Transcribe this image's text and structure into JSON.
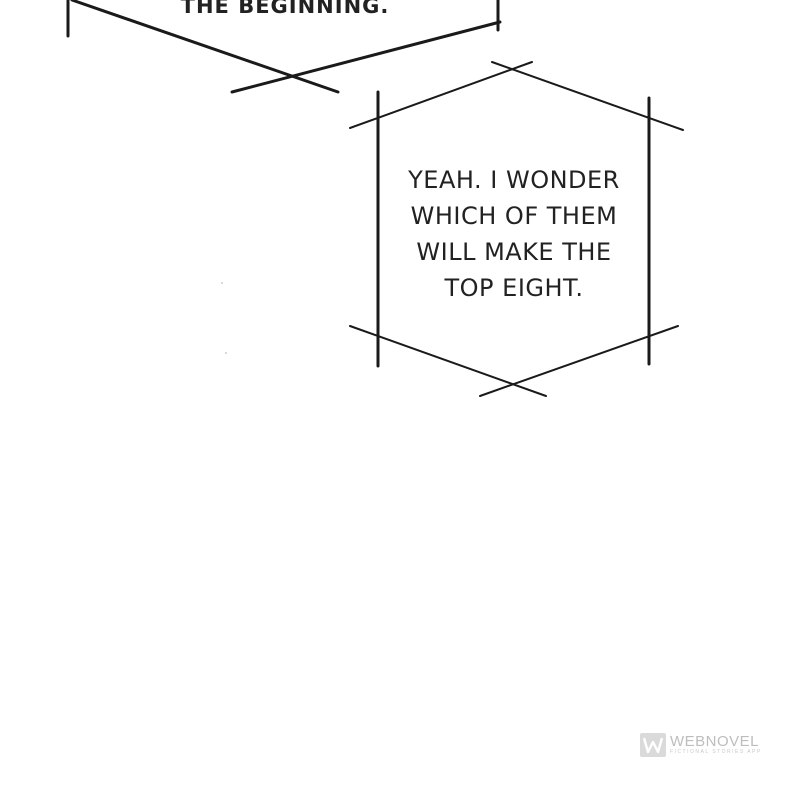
{
  "panel": {
    "top_bubble_text": "THE BEGINNING.",
    "main_bubble_lines": [
      "YEAH. I WONDER",
      "WHICH OF THEM",
      "WILL MAKE THE",
      "TOP EIGHT."
    ]
  },
  "watermark": {
    "brand": "WEBNOVEL",
    "tagline": "FICTIONAL STORIES APP",
    "logo_icon": "webnovel-logo-icon",
    "color": "#888888"
  },
  "colors": {
    "background": "#ffffff",
    "line": "#1a1a1a",
    "text": "#222222"
  }
}
